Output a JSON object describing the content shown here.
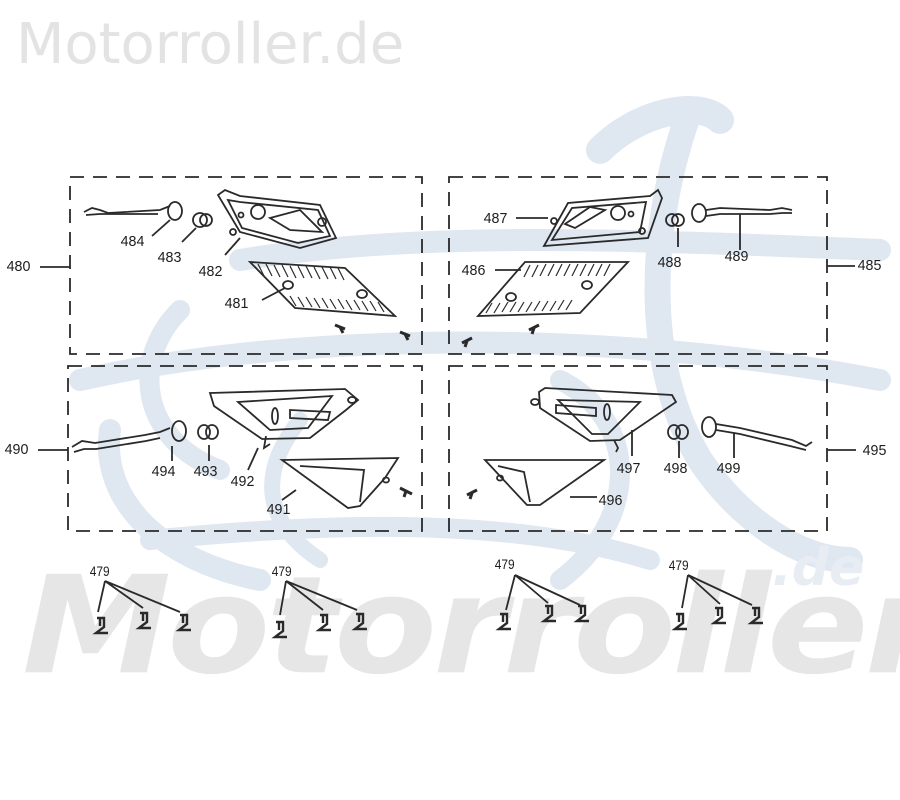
{
  "watermark": {
    "top_text": "Motorroller.de",
    "bottom_text": "Motorroller",
    "bottom_suffix": ".de",
    "logo_color": "#dfe7f1",
    "text_color": "#e3e3e3"
  },
  "diagram": {
    "type": "exploded-parts-diagram",
    "subject": "turn signal indicators",
    "line_color": "#2a2a2a",
    "groups": [
      {
        "id": "480",
        "position": "top-left",
        "parts": [
          "481",
          "482",
          "483",
          "484"
        ]
      },
      {
        "id": "485",
        "position": "top-right",
        "parts": [
          "486",
          "487",
          "488",
          "489"
        ]
      },
      {
        "id": "490",
        "position": "bottom-left",
        "parts": [
          "491",
          "492",
          "493",
          "494"
        ]
      },
      {
        "id": "495",
        "position": "bottom-right",
        "parts": [
          "496",
          "497",
          "498",
          "499"
        ]
      }
    ],
    "labels": {
      "g480": "480",
      "p481": "481",
      "p482": "482",
      "p483": "483",
      "p484": "484",
      "g485": "485",
      "p486": "486",
      "p487": "487",
      "p488": "488",
      "p489": "489",
      "g490": "490",
      "p491": "491",
      "p492": "492",
      "p493": "493",
      "p494": "494",
      "g495": "495",
      "p496": "496",
      "p497": "497",
      "p498": "498",
      "p499": "499"
    },
    "clips": [
      {
        "label": "479",
        "count": 3
      },
      {
        "label": "479",
        "count": 3
      },
      {
        "label": "479",
        "count": 3
      },
      {
        "label": "479",
        "count": 3
      }
    ]
  }
}
